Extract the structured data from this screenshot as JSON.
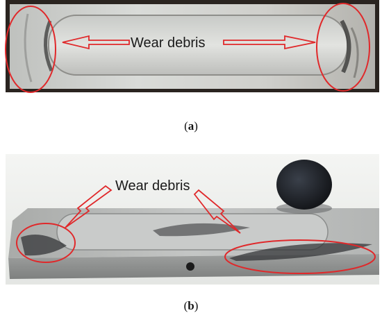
{
  "panel_a": {
    "label": "Wear debris",
    "caption_letter": "a",
    "colors": {
      "annotation": "#e0282a",
      "frame": "#2a2420",
      "plate_light": "#d4d6d4",
      "plate_dark": "#a8a8a4",
      "debris": "#3a3a38"
    }
  },
  "panel_b": {
    "label": "Wear debris",
    "caption_letter": "b",
    "colors": {
      "annotation": "#e0282a",
      "background": "#eef0ee",
      "bar_top": "#b9bbba",
      "bar_side": "#8f918f",
      "pin": "#23262c",
      "debris": "#2c2e30"
    }
  }
}
